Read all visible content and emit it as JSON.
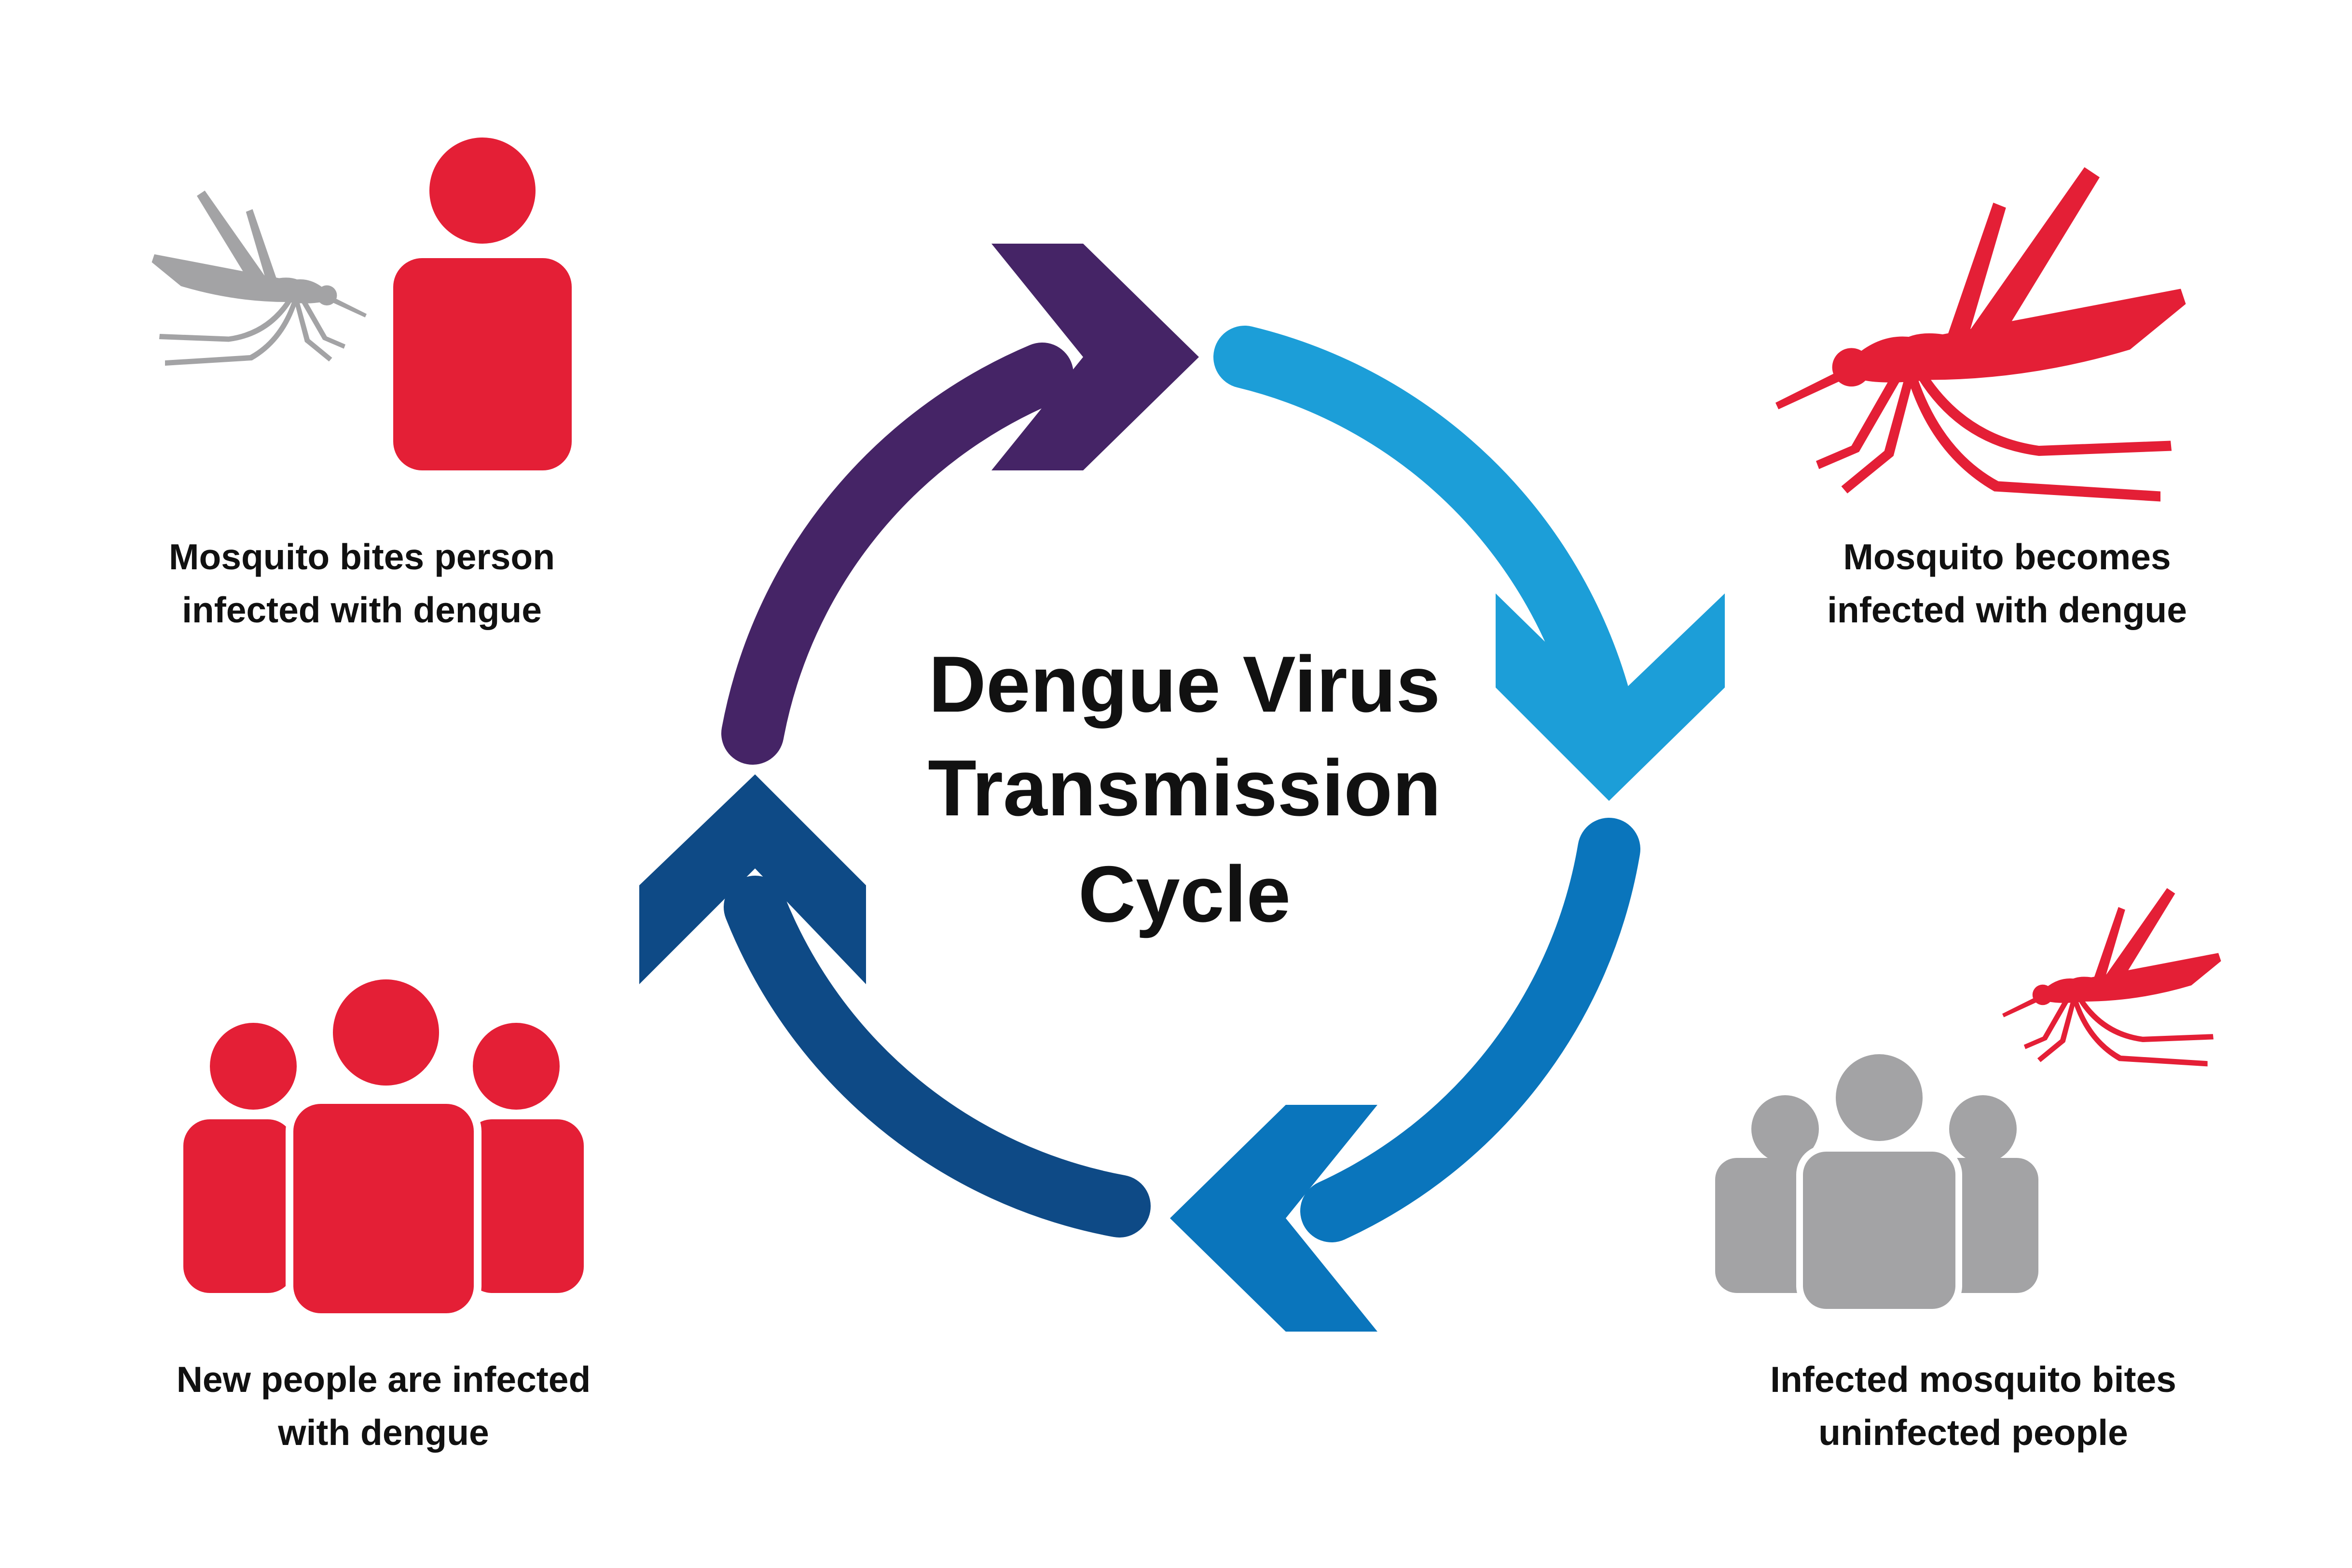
{
  "title": {
    "line1": "Dengue Virus",
    "line2": "Transmission",
    "line3": "Cycle"
  },
  "steps": [
    {
      "id": "step1",
      "line1": "Mosquito bites person",
      "line2": "infected with dengue"
    },
    {
      "id": "step2",
      "line1": "Mosquito becomes",
      "line2": "infected with dengue"
    },
    {
      "id": "step3",
      "line1": "Infected mosquito bites",
      "line2": "uninfected people"
    },
    {
      "id": "step4",
      "line1": "New people are infected",
      "line2": "with dengue"
    }
  ],
  "colors": {
    "red": "#e41f36",
    "gray": "#a3a3a5",
    "purple": "#452466",
    "light_blue": "#1c9ed8",
    "mid_blue": "#0a75bc",
    "dark_blue": "#0e4a86",
    "text": "#111111"
  },
  "icons": {
    "gray_mosquito": "mosquito-icon",
    "single_person": "person-icon",
    "red_mosquito": "mosquito-icon",
    "gray_group": "people-group-icon",
    "red_group": "people-group-icon"
  }
}
